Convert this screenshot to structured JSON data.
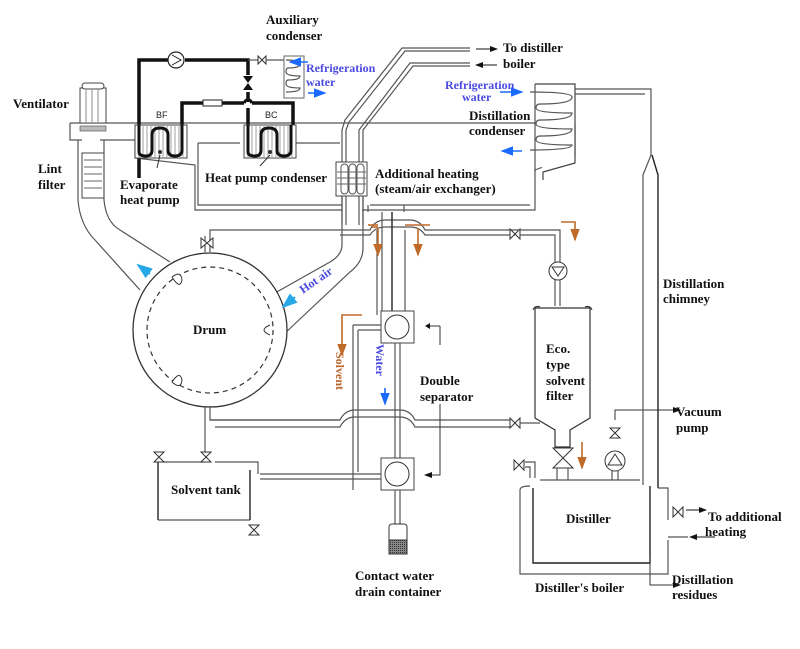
{
  "title": "Dry-cleaning machine with heat pump drying and solvent distillation",
  "colors": {
    "line": "#222222",
    "water_label": "#4a4ae0",
    "water_arrow": "#1a6aff",
    "air_arrow": "#26a8e8",
    "solvent": "#c06a2a"
  },
  "labels": {
    "auxiliary_condenser": [
      "Auxiliary",
      "condenser"
    ],
    "refrigeration_water_1": [
      "Refrigeration",
      "water"
    ],
    "to_distiller_boiler": [
      "To distiller",
      "boiler"
    ],
    "refrigeration_water_2": [
      "Refrigeration",
      "water"
    ],
    "ventilator": "Ventilator",
    "bf": "BF",
    "bc": "BC",
    "distillation_condenser": [
      "Distillation",
      "condenser"
    ],
    "lint_filter": [
      "Lint",
      "filter"
    ],
    "evaporate_heat_pump": [
      "Evaporate",
      "heat pump"
    ],
    "heat_pump_condenser": "Heat pump condenser",
    "additional_heating": [
      "Additional heating",
      "(steam/air exchanger)"
    ],
    "hot_air": "Hot air",
    "drum": "Drum",
    "distillation_chimney": [
      "Distillation",
      "chimney"
    ],
    "solvent": "Solvent",
    "water": "Water",
    "double_separator": [
      "Double",
      "separator"
    ],
    "eco_filter": [
      "Eco.",
      "type",
      "solvent",
      "filter"
    ],
    "vacuum_pump": [
      "Vacuum",
      "pump"
    ],
    "solvent_tank": "Solvent tank",
    "distiller": "Distiller",
    "to_additional_heating": [
      "To additional",
      "heating"
    ],
    "contact_water_drain": [
      "Contact water",
      "drain container"
    ],
    "distillers_boiler": "Distiller's boiler",
    "distillation_residues": [
      "Distillation",
      "residues"
    ]
  }
}
